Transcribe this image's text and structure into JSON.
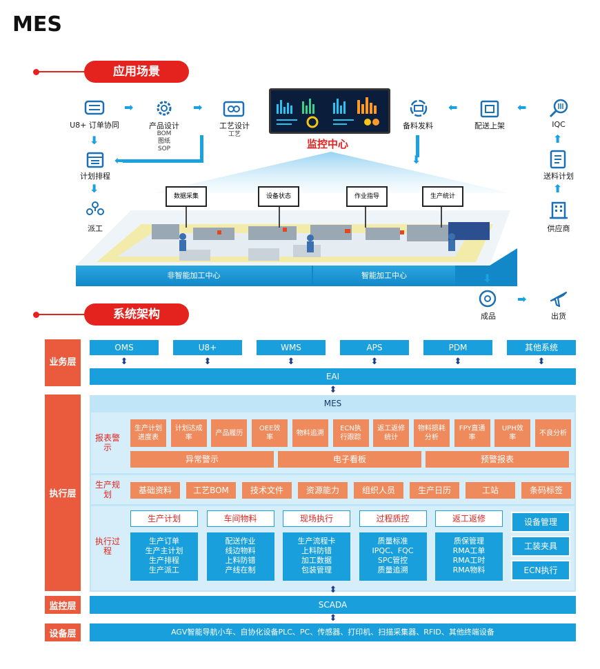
{
  "title": "MES",
  "scenario": {
    "header": "应用场景",
    "left_flow": {
      "u8": "U8+ 订单协同",
      "product_design": "产品设计",
      "product_design_sub": [
        "BOM",
        "图纸",
        "SOP"
      ],
      "process_design": "工艺设计",
      "process_design_sub": "工艺",
      "plan": "计划排程",
      "dispatch": "派工"
    },
    "right_flow": {
      "material": "备料发料",
      "delivery": "配送上架",
      "iqc": "IQC",
      "feed_plan": "送料计划",
      "supplier": "供应商",
      "finished": "成品",
      "shipping": "出货"
    },
    "monitor": "监控中心",
    "stations": [
      "数据采集",
      "设备状态",
      "作业指导",
      "生产统计"
    ],
    "platform": [
      "非智能加工中心",
      "智能加工中心"
    ]
  },
  "architecture": {
    "header": "系统架构",
    "layers": {
      "business": "业务层",
      "execution": "执行层",
      "monitoring": "监控层",
      "device": "设备层"
    },
    "systems": [
      "OMS",
      "U8+",
      "WMS",
      "APS",
      "PDM",
      "其他系统"
    ],
    "eai": "EAI",
    "mes": "MES",
    "report": {
      "label": "报表警示",
      "items": [
        "生产计划进度表",
        "计划达成率",
        "产品履历",
        "OEE效率",
        "物料追溯",
        "ECN执行跟踪",
        "返工返修统计",
        "物料损耗分析",
        "FPY直通率",
        "UPH效率",
        "不良分析"
      ],
      "wide": [
        "异常警示",
        "电子看板",
        "预警报表"
      ]
    },
    "planning": {
      "label": "生产规划",
      "items": [
        "基础资料",
        "工艺BOM",
        "技术文件",
        "资源能力",
        "组织人员",
        "生产日历",
        "工站",
        "条码标签"
      ]
    },
    "process": {
      "label": "执行过程",
      "groups": [
        {
          "header": "生产计划",
          "items": [
            "生产订单",
            "生产主计划",
            "生产排程",
            "生产派工"
          ]
        },
        {
          "header": "车间物料",
          "items": [
            "配送作业",
            "线边物料",
            "上料防错",
            "产线在制"
          ]
        },
        {
          "header": "现场执行",
          "items": [
            "生产流程卡",
            "上料防错",
            "加工数据",
            "包装管理"
          ]
        },
        {
          "header": "过程质控",
          "items": [
            "质量标准",
            "IPQC、FQC",
            "SPC管控",
            "质量追溯"
          ]
        },
        {
          "header": "返工返修",
          "items": [
            "质保管理",
            "RMA工单",
            "RMA工时",
            "RMA物料"
          ]
        }
      ],
      "buttons": [
        "设备管理",
        "工装夹具",
        "ECN执行"
      ]
    },
    "scada": "SCADA",
    "devices": "AGV智能导航小车、自协化设备PLC、PC、传感器、打印机、扫描采集器、RFID、其他终端设备"
  }
}
